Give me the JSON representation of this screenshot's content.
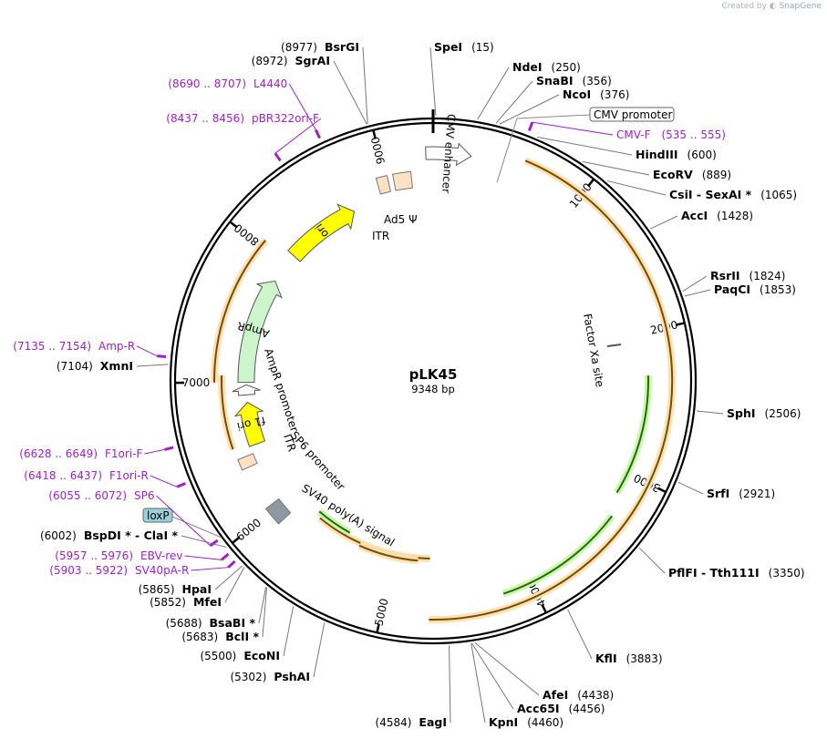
{
  "credit": {
    "text": "Created by",
    "brand": "SnapGene"
  },
  "plasmid": {
    "name": "pLK45",
    "size": "9348 bp",
    "length": 9348
  },
  "ticks": [
    {
      "pos": 1000,
      "label": "1000"
    },
    {
      "pos": 2000,
      "label": "2000"
    },
    {
      "pos": 3000,
      "label": "3000"
    },
    {
      "pos": 4000,
      "label": "4000"
    },
    {
      "pos": 5000,
      "label": "5000"
    },
    {
      "pos": 6000,
      "label": "6000"
    },
    {
      "pos": 7000,
      "label": "7000"
    },
    {
      "pos": 8000,
      "label": "8000"
    },
    {
      "pos": 9000,
      "label": "9000"
    }
  ],
  "sites": [
    {
      "name": "SpeI",
      "pos": "(15)",
      "bp": 15
    },
    {
      "name": "NdeI",
      "pos": "(250)",
      "bp": 250
    },
    {
      "name": "SnaBI",
      "pos": "(356)",
      "bp": 356
    },
    {
      "name": "NcoI",
      "pos": "(376)",
      "bp": 376
    },
    {
      "name": "HindIII",
      "pos": "(600)",
      "bp": 600
    },
    {
      "name": "EcoRV",
      "pos": "(889)",
      "bp": 889
    },
    {
      "name": "CsiI  -  SexAI *",
      "pos": "(1065)",
      "bp": 1065
    },
    {
      "name": "AccI",
      "pos": "(1428)",
      "bp": 1428
    },
    {
      "name": "RsrII",
      "pos": "(1824)",
      "bp": 1824
    },
    {
      "name": "PaqCI",
      "pos": "(1853)",
      "bp": 1853
    },
    {
      "name": "SphI",
      "pos": "(2506)",
      "bp": 2506
    },
    {
      "name": "SrfI",
      "pos": "(2921)",
      "bp": 2921
    },
    {
      "name": "PflFI  -  Tth111I",
      "pos": "(3350)",
      "bp": 3350
    },
    {
      "name": "KflI",
      "pos": "(3883)",
      "bp": 3883
    },
    {
      "name": "AfeI",
      "pos": "(4438)",
      "bp": 4438
    },
    {
      "name": "Acc65I",
      "pos": "(4456)",
      "bp": 4456
    },
    {
      "name": "KpnI",
      "pos": "(4460)",
      "bp": 4460
    },
    {
      "name": "EagI",
      "pos": "(4584)",
      "bp": 4584
    },
    {
      "name": "PshAI",
      "pos": "(5302)",
      "bp": 5302
    },
    {
      "name": "EcoNI",
      "pos": "(5500)",
      "bp": 5500
    },
    {
      "name": "BclI *",
      "pos": "(5683)",
      "bp": 5683
    },
    {
      "name": "BsaBI *",
      "pos": "(5688)",
      "bp": 5688
    },
    {
      "name": "MfeI",
      "pos": "(5852)",
      "bp": 5852
    },
    {
      "name": "HpaI",
      "pos": "(5865)",
      "bp": 5865
    },
    {
      "name": "BspDI *  -  ClaI *",
      "pos": "(6002)",
      "bp": 6002
    },
    {
      "name": "XmnI",
      "pos": "(7104)",
      "bp": 7104
    },
    {
      "name": "SgrAI",
      "pos": "(8972)",
      "bp": 8972
    },
    {
      "name": "BsrGI",
      "pos": "(8977)",
      "bp": 8977
    }
  ],
  "primers": [
    {
      "name": "CMV-F",
      "range": "(535 .. 555)",
      "bp": 545
    },
    {
      "name": "L4440",
      "range": "(8690 .. 8707)",
      "bp": 8698
    },
    {
      "name": "pBR322ori-F",
      "range": "(8437 .. 8456)",
      "bp": 8446
    },
    {
      "name": "Amp-R",
      "range": "(7135 .. 7154)",
      "bp": 7145
    },
    {
      "name": "F1ori-F",
      "range": "(6628 .. 6649)",
      "bp": 6638
    },
    {
      "name": "F1ori-R",
      "range": "(6418 .. 6437)",
      "bp": 6427
    },
    {
      "name": "SP6",
      "range": "(6055 .. 6072)",
      "bp": 6063
    },
    {
      "name": "EBV-rev",
      "range": "(5957 .. 5976)",
      "bp": 5966
    },
    {
      "name": "SV40pA-R",
      "range": "(5903 .. 5922)",
      "bp": 5912
    }
  ],
  "features": [
    {
      "name": "CMV promoter",
      "type": "boxed-label",
      "bp": 400
    },
    {
      "name": "CMV enhancer",
      "type": "arrow",
      "start": 9300,
      "end": 250,
      "color": "#ffffff"
    },
    {
      "name": "Ad5 Ψ",
      "type": "box",
      "start": 9060,
      "end": 9190,
      "color": "#fde1c4"
    },
    {
      "name": "ITR",
      "type": "box",
      "start": 8940,
      "end": 9020,
      "color": "#fde1c4"
    },
    {
      "name": "ori",
      "type": "arrow",
      "start": 8100,
      "end": 8700,
      "color": "#ffff00"
    },
    {
      "name": "AmpR",
      "type": "arrow",
      "start": 7000,
      "end": 7850,
      "color": "#ccf5cc"
    },
    {
      "name": "AmpR promoter",
      "type": "arrow",
      "start": 6900,
      "end": 6980,
      "color": "#ffffff"
    },
    {
      "name": "f1 ori",
      "type": "arrow",
      "start": 6500,
      "end": 6840,
      "color": "#ffff00"
    },
    {
      "name": "ITR",
      "type": "box",
      "start": 6360,
      "end": 6440,
      "color": "#fde1c4"
    },
    {
      "name": "SP6 promoter",
      "type": "label",
      "bp": 6075
    },
    {
      "name": "SV40 poly(A) signal",
      "type": "box",
      "start": 5900,
      "end": 6040,
      "color": "#8e98a3"
    },
    {
      "name": "loxP",
      "type": "boxed-label",
      "bp": 6020,
      "color": "#9ad0dc"
    },
    {
      "name": "Factor Xa site",
      "type": "label",
      "bp": 2260
    }
  ],
  "orfs": [
    {
      "start": 4700,
      "end": 5700,
      "dir": -1,
      "color": "#f2b560"
    },
    {
      "start": 6520,
      "end": 7050,
      "dir": 1,
      "color": "#f2b560"
    },
    {
      "start": 7000,
      "end": 8050,
      "dir": -1,
      "color": "#f2b560"
    },
    {
      "start": 590,
      "end": 4700,
      "dir": 1,
      "color": "#f2b560"
    },
    {
      "start": 4800,
      "end": 5300,
      "dir": 1,
      "color": "#f2b560"
    }
  ],
  "green_orfs": [
    {
      "start": 2300,
      "end": 3150,
      "dir": -1
    },
    {
      "start": 3300,
      "end": 4200,
      "dir": -1
    },
    {
      "start": 5420,
      "end": 5740,
      "dir": 1
    }
  ]
}
